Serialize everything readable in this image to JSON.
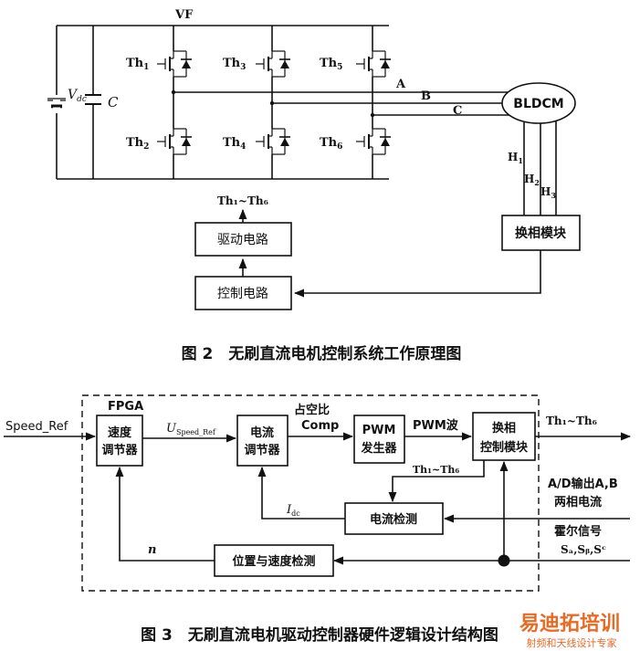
{
  "figure2": {
    "vf": "VF",
    "vdc_main": "V",
    "vdc_sub": "dc",
    "cap": "C",
    "th1": "Th",
    "th1_sub": "1",
    "th2": "Th",
    "th2_sub": "2",
    "th3": "Th",
    "th3_sub": "3",
    "th4": "Th",
    "th4_sub": "4",
    "th5": "Th",
    "th5_sub": "5",
    "th6": "Th",
    "th6_sub": "6",
    "phase_a": "A",
    "phase_b": "B",
    "phase_c": "C",
    "motor": "BLDCM",
    "h1": "H",
    "h1_sub": "1",
    "h2": "H",
    "h2_sub": "2",
    "h3": "H",
    "h3_sub": "3",
    "gate_signals": "Th₁~Th₆",
    "drive_circuit": "驱动电路",
    "control_circuit": "控制电路",
    "commutation_module": "换相模块",
    "caption": "图 2　无刷直流电机控制系统工作原理图"
  },
  "figure3": {
    "fpga": "FPGA",
    "speed_ref": "Speed_Ref",
    "speed_reg_1": "速度",
    "speed_reg_2": "调节器",
    "u_main": "U",
    "u_sub": "Speed_Ref",
    "current_reg_1": "电流",
    "current_reg_2": "调节器",
    "duty_1": "占空比",
    "duty_2": "Comp",
    "pwm_1": "PWM",
    "pwm_2": "发生器",
    "pwm_wave": "PWM波",
    "commutation_1": "换相",
    "commutation_2": "控制模块",
    "out_signals": "Th₁~Th₆",
    "feedback_signals": "Th₁~Th₆",
    "ad_1": "A/D输出A,B",
    "ad_2": "两相电流",
    "idc_main": "I",
    "idc_sub": "dc",
    "current_detect": "电流检测",
    "hall_1": "霍尔信号",
    "hall_2": "Sₐ,Sᵦ,Sᶜ",
    "n_label": "n",
    "pos_speed_detect": "位置与速度检测",
    "caption": "图 3　无刷直流电机驱动控制器硬件逻辑设计结构图"
  },
  "watermark": {
    "line1": "易迪拓培训",
    "line2": "射频和天线设计专家"
  }
}
